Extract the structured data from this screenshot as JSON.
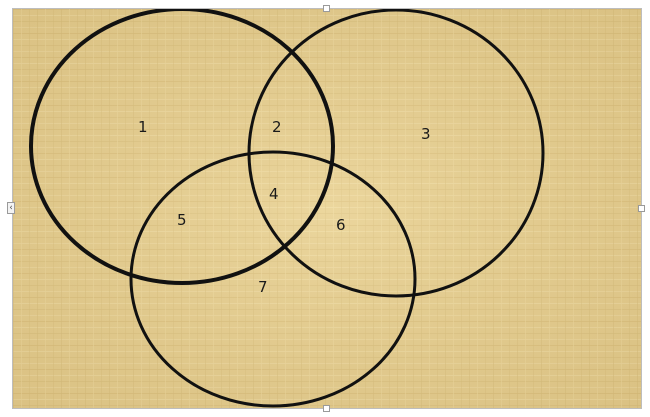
{
  "diagram": {
    "type": "venn",
    "background_texture": "papyrus",
    "colors": {
      "background_base": "#e6cf93",
      "background_light": "#f0dca5",
      "background_dark": "#cdb373",
      "stroke": "#111111",
      "selection_border": "#bdbdbd"
    },
    "circles": [
      "circle-a",
      "circle-b",
      "circle-c"
    ],
    "regions": [
      {
        "id": "r1",
        "label": "1"
      },
      {
        "id": "r2",
        "label": "2"
      },
      {
        "id": "r3",
        "label": "3"
      },
      {
        "id": "r4",
        "label": "4"
      },
      {
        "id": "r5",
        "label": "5"
      },
      {
        "id": "r6",
        "label": "6"
      },
      {
        "id": "r7",
        "label": "7"
      }
    ]
  },
  "selection": {
    "selected": true,
    "left_handle_icon": "chevron-left-icon",
    "left_handle_glyph": "‹"
  }
}
